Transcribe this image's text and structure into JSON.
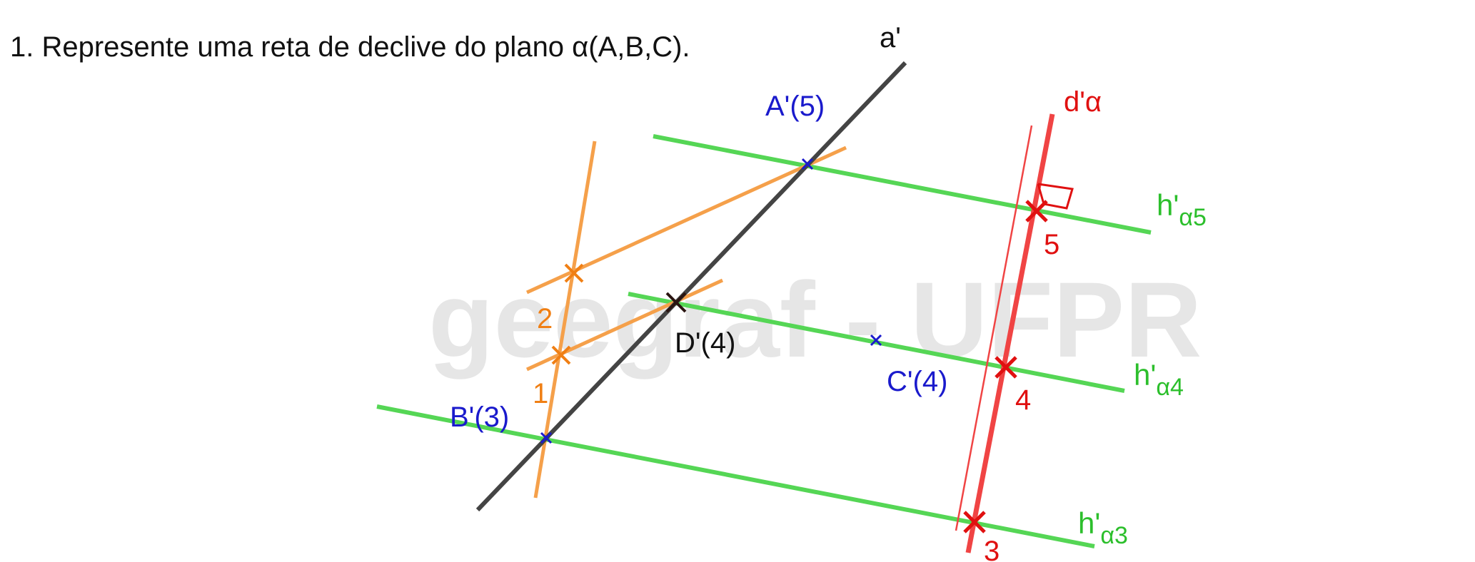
{
  "exercise": {
    "title": "1. Represente uma reta de declive do plano α(A,B,C)."
  },
  "watermark": {
    "text": "geegraf - UFPR",
    "color": "#e6e6e6"
  },
  "colors": {
    "black_line": "#444444",
    "green_line": "#55d655",
    "orange_line": "#f5a04a",
    "red_line": "#f04444",
    "blue_label": "#1a1acc",
    "orange_label": "#f07f14",
    "red_label": "#e01010",
    "green_label": "#2cbf2c"
  },
  "labels": {
    "a_prime": "a'",
    "d_alpha": "d'α",
    "A": "A'(5)",
    "B": "B'(3)",
    "C": "C'(4)",
    "D": "D'(4)",
    "orange_1": "1",
    "orange_2": "2",
    "red_5": "5",
    "red_4": "4",
    "red_3": "3",
    "h5_main": "h'",
    "h5_sub": "α5",
    "h4_main": "h'",
    "h4_sub": "α4",
    "h3_main": "h'",
    "h3_sub": "α3"
  }
}
